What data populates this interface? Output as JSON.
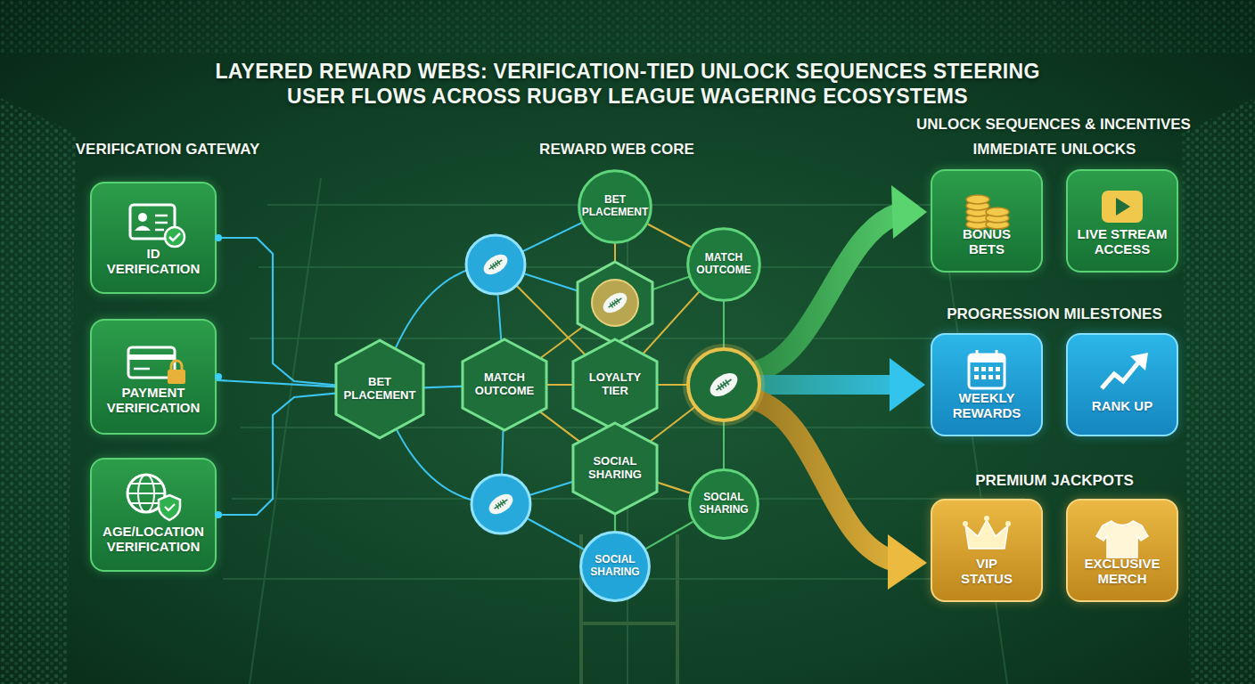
{
  "diagram": {
    "title": "LAYERED REWARD WEBS: VERIFICATION-TIED UNLOCK SEQUENCES STEERING USER FLOWS ACROSS RUGBY LEAGUE WAGERING ECOSYSTEMS",
    "nodes": [
      {
        "text": [
          "ID VERIFICATION"
        ]
      },
      {
        "text": [
          "PAYMENT VERIFICATION"
        ]
      },
      {
        "text": [
          "AGE/LOCATION VERIFICATION"
        ]
      },
      {
        "text": [
          "BET PLACEMENT"
        ]
      },
      {
        "text": [
          "BET PLACEMENT"
        ]
      },
      {
        "text": [
          "MATCH OUTCOME"
        ]
      },
      {
        "text": [
          "MATCH OUTCOME"
        ]
      },
      {
        "text": [
          "LOYALTY TIER"
        ]
      },
      {
        "text": [
          "SOCIAL SHARING"
        ]
      },
      {
        "text": [
          "SOCIAL SHARING"
        ]
      },
      {
        "text": [
          "SOCIAL SHARING"
        ]
      },
      {
        "text": [
          "BONUS BETS"
        ]
      },
      {
        "text": [
          "LIVE STREAM ACCESS"
        ]
      },
      {
        "text": [
          "WEEKLY REWARDS"
        ]
      },
      {
        "text": [
          "RANK UP"
        ]
      },
      {
        "text": [
          "VIP STATUS"
        ]
      },
      {
        "text": [
          "EXCLUSIVE MERCH"
        ]
      }
    ],
    "edges": [
      {
        "from": 0,
        "to": 3,
        "arrow": "none"
      },
      {
        "from": 1,
        "to": 3,
        "arrow": "none"
      },
      {
        "from": 2,
        "to": 3,
        "arrow": "none"
      },
      {
        "from": 3,
        "to": 6,
        "arrow": "none"
      },
      {
        "from": 4,
        "to": 5,
        "arrow": "none"
      },
      {
        "from": 6,
        "to": 7,
        "arrow": "none"
      },
      {
        "from": 7,
        "to": 8,
        "arrow": "none"
      },
      {
        "from": 6,
        "to": 8,
        "arrow": "none"
      },
      {
        "from": 8,
        "to": 9,
        "arrow": "none"
      },
      {
        "from": 8,
        "to": 10,
        "arrow": "none"
      },
      {
        "from": 9,
        "to": 10,
        "arrow": "none"
      }
    ],
    "labels": [
      "VERIFICATION GATEWAY",
      "REWARD WEB CORE",
      "UNLOCK SEQUENCES & INCENTIVES",
      "IMMEDIATE UNLOCKS",
      "PROGRESSION MILESTONES",
      "PREMIUM JACKPOTS"
    ]
  }
}
